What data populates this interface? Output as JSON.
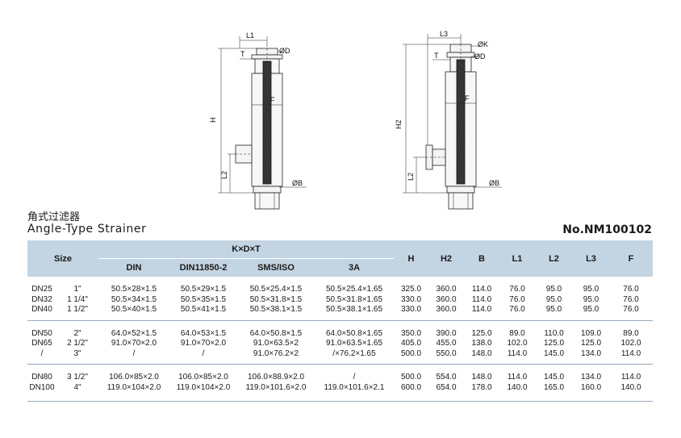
{
  "title_cn": "角式过滤器",
  "title_en": "Angle-Type Strainer",
  "product_no": "No.NM100102",
  "drawing_labels": {
    "left": {
      "L1": "L1",
      "T": "T",
      "D": "ØD",
      "F": "F",
      "H": "H",
      "L2": "L2",
      "B": "ØB"
    },
    "right": {
      "L3": "L3",
      "K": "ØK",
      "T": "T",
      "D": "ØD",
      "F": "F",
      "H2": "H2",
      "L2": "L2",
      "B": "ØB"
    }
  },
  "table": {
    "headers": {
      "size": "Size",
      "kdt": "K×D×T",
      "din": "DIN",
      "din11850": "DIN11850-2",
      "smsiso": "SMS/ISO",
      "a3": "3A",
      "h": "H",
      "h2": "H2",
      "b": "B",
      "l1": "L1",
      "l2": "L2",
      "l3": "L3",
      "f": "F"
    },
    "groups": [
      {
        "dn": [
          "DN25",
          "DN32",
          "DN40"
        ],
        "inch": [
          "1\"",
          "1 1/4\"",
          "1 1/2\""
        ],
        "din": [
          "50.5×28×1.5",
          "50.5×34×1.5",
          "50.5×40×1.5"
        ],
        "din11850": [
          "50.5×29×1.5",
          "50.5×35×1.5",
          "50.5×41×1.5"
        ],
        "smsiso": [
          "50.5×25.4×1.5",
          "50.5×31.8×1.5",
          "50.5×38.1×1.5"
        ],
        "a3": [
          "50.5×25.4×1.65",
          "50.5×31.8×1.65",
          "50.5×38.1×1.65"
        ],
        "h": [
          "325.0",
          "330.0",
          "330.0"
        ],
        "h2": [
          "360.0",
          "360.0",
          "360.0"
        ],
        "b": [
          "114.0",
          "114.0",
          "114.0"
        ],
        "l1": [
          "76.0",
          "76.0",
          "76.0"
        ],
        "l2": [
          "95.0",
          "95.0",
          "95.0"
        ],
        "l3": [
          "95.0",
          "95.0",
          "95.0"
        ],
        "f": [
          "76.0",
          "76.0",
          "76.0"
        ]
      },
      {
        "dn": [
          "DN50",
          "DN65",
          "/"
        ],
        "inch": [
          "2\"",
          "2 1/2\"",
          "3\""
        ],
        "din": [
          "64.0×52×1.5",
          "91.0×70×2.0",
          "/"
        ],
        "din11850": [
          "64.0×53×1.5",
          "91.0×70×2.0",
          "/"
        ],
        "smsiso": [
          "64.0×50.8×1.5",
          "91.0×63.5×2",
          "91.0×76.2×2"
        ],
        "a3": [
          "64.0×50.8×1.65",
          "91.0×63.5×1.65",
          "/×76.2×1.65"
        ],
        "h": [
          "350.0",
          "405.0",
          "500.0"
        ],
        "h2": [
          "390.0",
          "455.0",
          "550.0"
        ],
        "b": [
          "125.0",
          "138.0",
          "148.0"
        ],
        "l1": [
          "89.0",
          "102.0",
          "114.0"
        ],
        "l2": [
          "110.0",
          "125.0",
          "145.0"
        ],
        "l3": [
          "109.0",
          "125.0",
          "134.0"
        ],
        "f": [
          "89.0",
          "102.0",
          "114.0"
        ]
      },
      {
        "dn": [
          "DN80",
          "DN100"
        ],
        "inch": [
          "3 1/2\"",
          "4\""
        ],
        "din": [
          "106.0×85×2.0",
          "119.0×104×2.0"
        ],
        "din11850": [
          "106.0×85×2.0",
          "119.0×104×2.0"
        ],
        "smsiso": [
          "106.0×88.9×2.0",
          "119.0×101.6×2.0"
        ],
        "a3": [
          "/",
          "119.0×101.6×2.1"
        ],
        "h": [
          "500.0",
          "600.0"
        ],
        "h2": [
          "554.0",
          "654.0"
        ],
        "b": [
          "148.0",
          "178.0"
        ],
        "l1": [
          "114.0",
          "140.0"
        ],
        "l2": [
          "145.0",
          "165.0"
        ],
        "l3": [
          "134.0",
          "160.0"
        ],
        "f": [
          "114.0",
          "140.0"
        ]
      }
    ]
  }
}
